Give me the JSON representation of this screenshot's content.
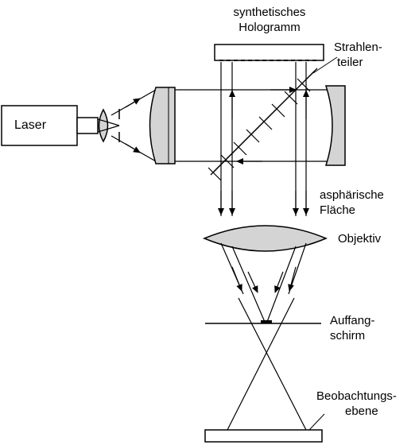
{
  "labels": {
    "hologram_line1": "synthetisches",
    "hologram_line2": "Hologramm",
    "beamsplitter_line1": "Strahlen-",
    "beamsplitter_line2": "teiler",
    "laser": "Laser",
    "aspheric_line1": "asphärische",
    "aspheric_line2": "Fläche",
    "objective": "Objektiv",
    "screen_line1": "Auffang-",
    "screen_line2": "schirm",
    "observation_line1": "Beobachtungs-",
    "observation_line2": "ebene"
  },
  "colors": {
    "line": "#000000",
    "lens_fill": "#d4d4d4",
    "background": "#ffffff"
  }
}
